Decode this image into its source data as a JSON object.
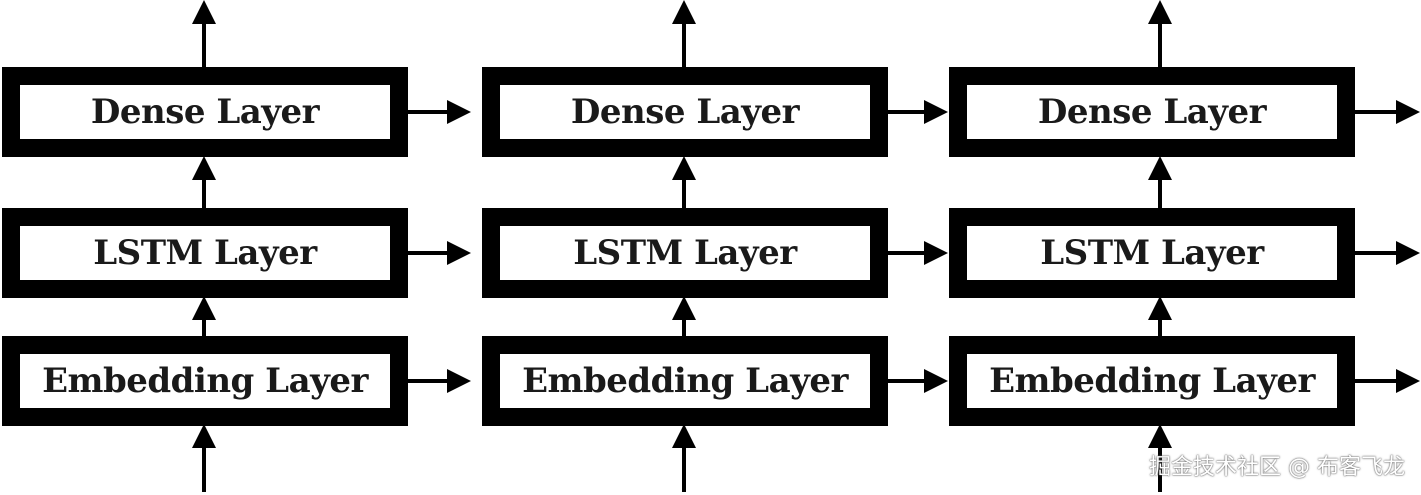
{
  "columns": [
    {
      "dense": "Dense Layer",
      "lstm": "LSTM Layer",
      "embedding": "Embedding Layer"
    },
    {
      "dense": "Dense Layer",
      "lstm": "LSTM Layer",
      "embedding": "Embedding Layer"
    },
    {
      "dense": "Dense Layer",
      "lstm": "LSTM Layer",
      "embedding": "Embedding Layer"
    }
  ],
  "watermark": "掘金技术社区 @ 布客飞龙",
  "colors": {
    "box_border": "#000000",
    "box_fill": "#ffffff",
    "arrow": "#000000",
    "text": "#1a1a1a"
  }
}
